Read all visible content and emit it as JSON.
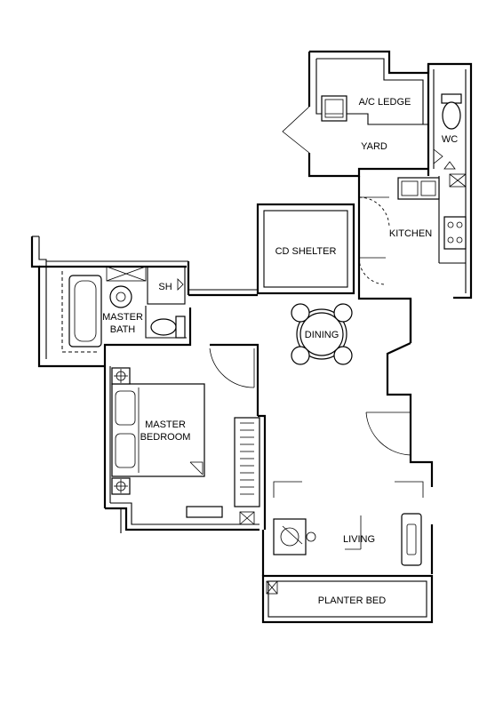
{
  "rooms": {
    "ac_ledge": "A/C LEDGE",
    "yard": "YARD",
    "wc": "WC",
    "kitchen": "KITCHEN",
    "cd_shelter": "CD SHELTER",
    "sh": "SH",
    "master_bath_line1": "MASTER",
    "master_bath_line2": "BATH",
    "dining": "DINING",
    "master_bedroom_line1": "MASTER",
    "master_bedroom_line2": "BEDROOM",
    "living": "LIVING",
    "planter_bed": "PLANTER BED"
  }
}
